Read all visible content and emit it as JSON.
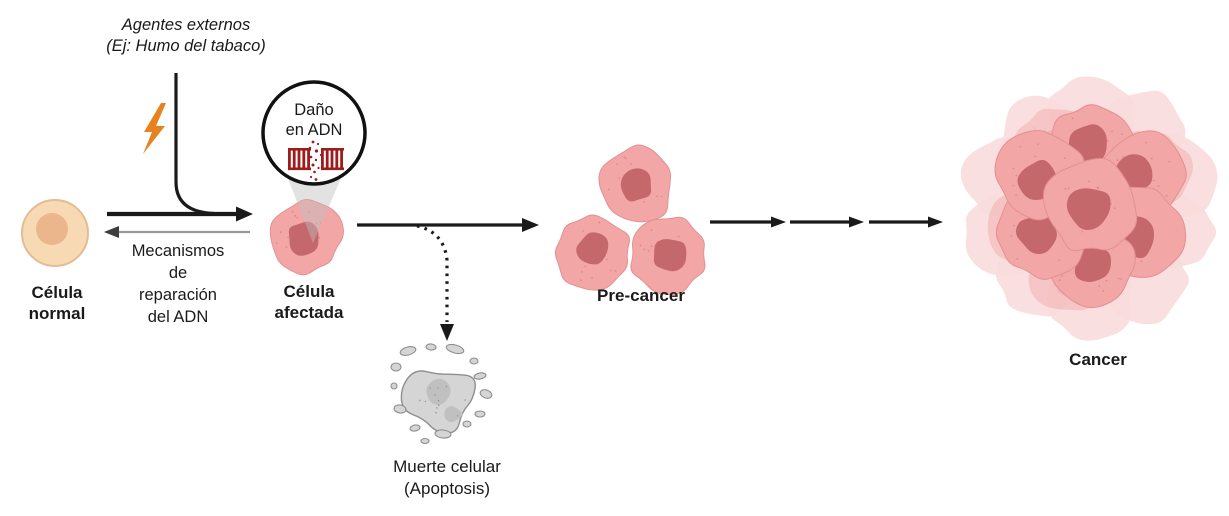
{
  "labels": {
    "agentes_externos": "Agentes externos\n(Ej: Humo del tabaco)",
    "celula_normal": "Célula\nnormal",
    "mecanismos_reparacion": "Mecanismos\nde\nreparación\ndel ADN",
    "dano_adn": "Daño\nen ADN",
    "celula_afectada": "Célula\nafectada",
    "pre_cancer": "Pre-cancer",
    "cancer": "Cancer",
    "muerte_celular": "Muerte celular\n(Apoptosis)"
  },
  "stages": [
    "Célula normal",
    "Célula afectada",
    "Pre-cancer",
    "Cancer"
  ],
  "branch": "Muerte celular (Apoptosis)",
  "icons": {
    "lightning_bolt": "mutagenic strike (orange bolt glyph)",
    "dna_damage": "broken DNA ladder with fragments",
    "magnifier_circle": "zoom-in circle over affected cell"
  },
  "colors": {
    "background": "#ffffff",
    "text": "#1a1a1a",
    "arrow_black": "#1a1a1a",
    "arrow_gray": "#9a9a9a",
    "lightning_orange": "#e8821e",
    "dna_red": "#9e1c1c",
    "normal_cell_body": "#f7d9b4",
    "normal_cell_nucleus": "#ecb68c",
    "normal_cell_border": "#e3bc92",
    "pink_cell_body": "#f3a6a6",
    "pink_cell_nucleus": "#c5686c",
    "pink_cell_border": "#e39090",
    "cancer_halo": "#f8dcdc",
    "cone_gray": "#bfbfbf",
    "apoptosis_body": "#d5d5d5",
    "apoptosis_inner": "#c0c0c0",
    "apoptosis_border": "#8f8f8f"
  }
}
